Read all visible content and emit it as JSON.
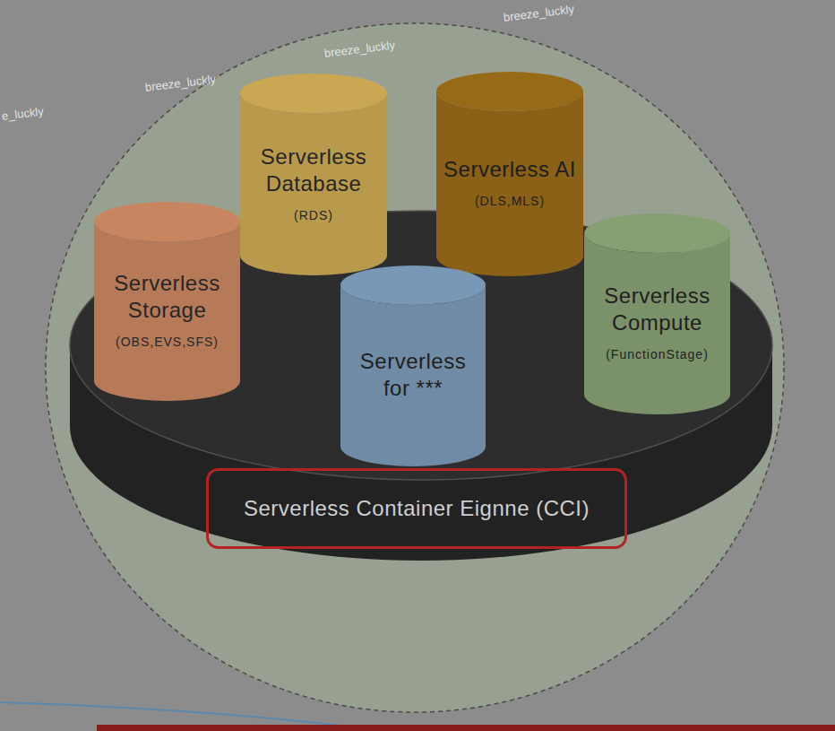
{
  "diagram": {
    "nodes": [
      {
        "text": [
          "Serverless Database",
          "(RDS)"
        ]
      },
      {
        "text": [
          "Serverless AI",
          "(DLS,MLS)"
        ]
      },
      {
        "text": [
          "Serverless Storage",
          "(OBS,EVS,SFS)"
        ]
      },
      {
        "text": [
          "Serverless Compute",
          "(FunctionStage)"
        ]
      },
      {
        "text": [
          "Serverless for ***"
        ]
      },
      {
        "text": [
          "Serverless Container Eignne (CCI)"
        ]
      }
    ],
    "labels": [
      "breeze_luckly",
      "breeze_luckly",
      "breeze_luckly",
      "e_luckly"
    ]
  }
}
